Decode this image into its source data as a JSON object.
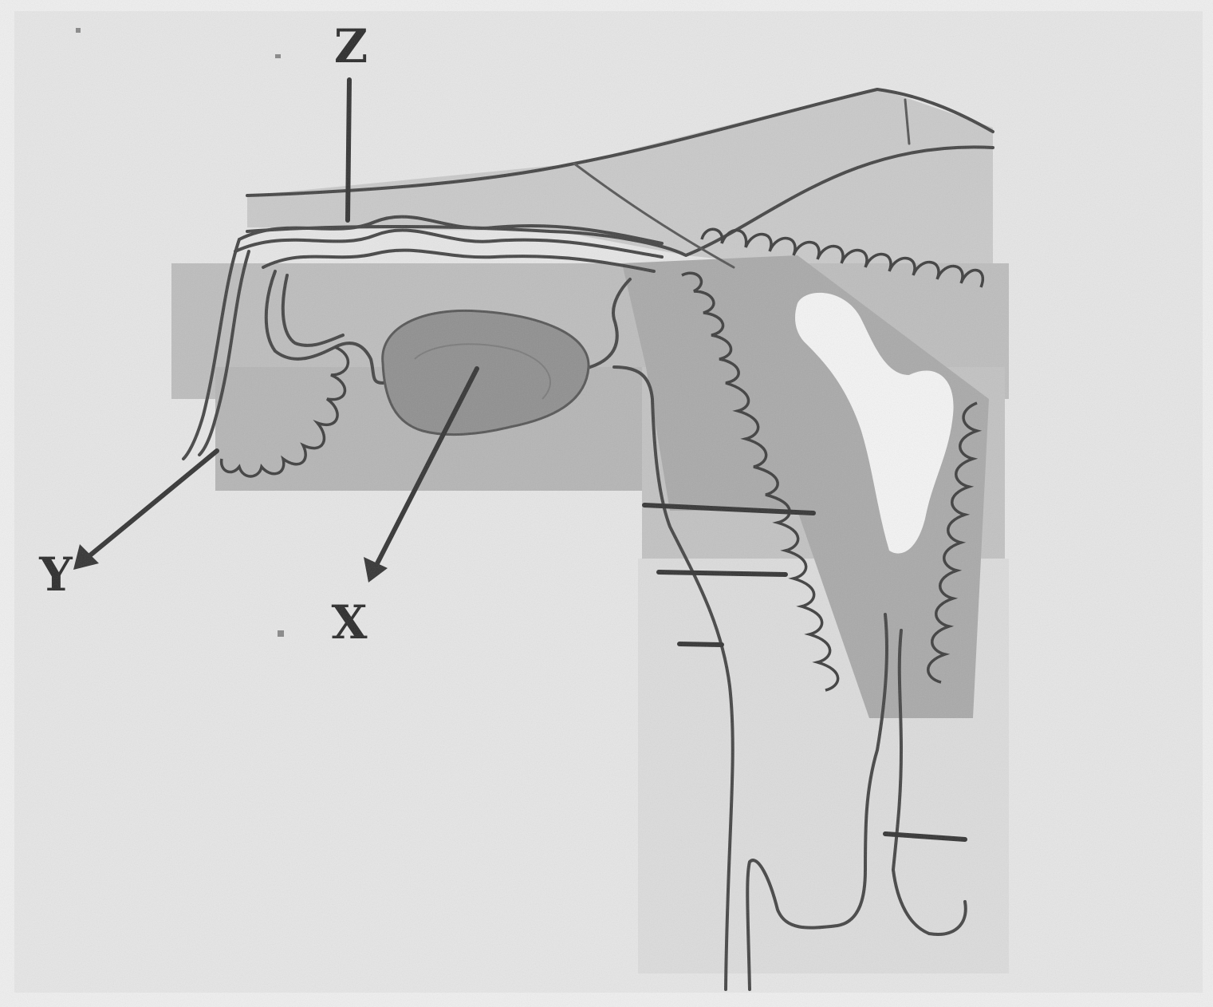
{
  "labels": {
    "x": "X",
    "y": "Y",
    "z": "Z"
  },
  "colors": {
    "background": "#efefef",
    "shade_dark": "#9a9a9a",
    "shade_mid": "#bdbdbd",
    "shade_light": "#d2d2d2",
    "ink": "#333333"
  }
}
